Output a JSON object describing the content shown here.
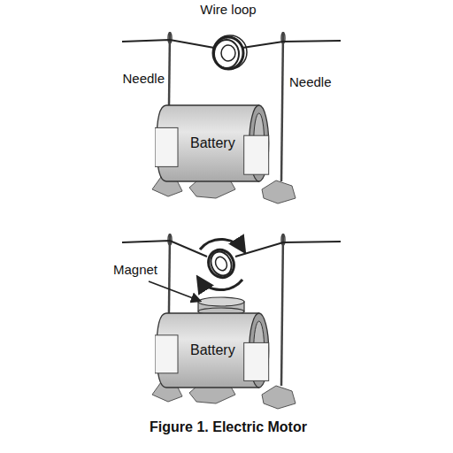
{
  "diagram": {
    "caption": "Figure 1. Electric Motor",
    "nodes": [
      {
        "text": [
          "Battery"
        ]
      },
      {
        "text": [
          "Battery"
        ]
      }
    ],
    "labels": [
      "Wire loop",
      "Needle",
      "Needle",
      "Magnet"
    ]
  }
}
